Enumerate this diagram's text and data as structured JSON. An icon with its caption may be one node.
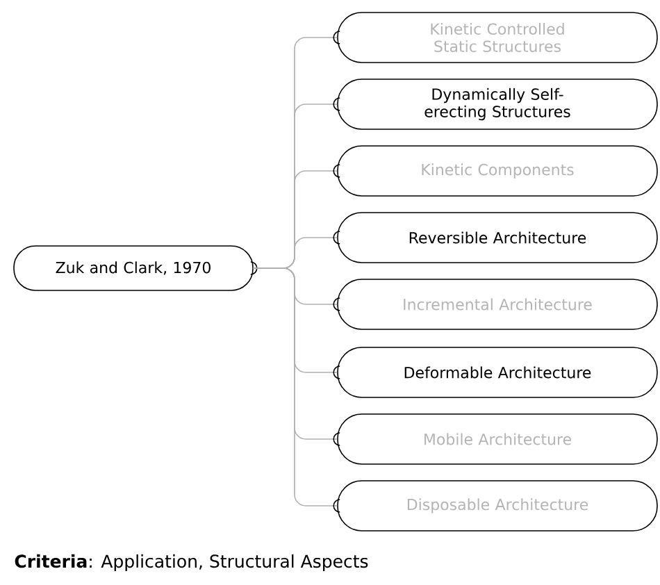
{
  "diagram": {
    "nodes": [
      {
        "text": [
          "Zuk and Clark, 1970"
        ]
      },
      {
        "text": [
          "Kinetic Controlled Static Structures"
        ]
      },
      {
        "text": [
          "Dynamically Self-erecting Structures"
        ]
      },
      {
        "text": [
          "Kinetic Components"
        ]
      },
      {
        "text": [
          "Reversible Architecture"
        ]
      },
      {
        "text": [
          "Incremental Architecture"
        ]
      },
      {
        "text": [
          "Deformable Architecture"
        ]
      },
      {
        "text": [
          "Mobile Architecture"
        ]
      },
      {
        "text": [
          "Disposable Architecture"
        ]
      }
    ],
    "edges": [
      {
        "from": 0,
        "to": 1,
        "arrow": "none"
      },
      {
        "from": 0,
        "to": 2,
        "arrow": "none"
      },
      {
        "from": 0,
        "to": 3,
        "arrow": "none"
      },
      {
        "from": 0,
        "to": 4,
        "arrow": "none"
      },
      {
        "from": 0,
        "to": 5,
        "arrow": "none"
      },
      {
        "from": 0,
        "to": 6,
        "arrow": "none"
      },
      {
        "from": 0,
        "to": 7,
        "arrow": "none"
      },
      {
        "from": 0,
        "to": 8,
        "arrow": "none"
      }
    ],
    "labels": [
      "**Criteria**: Application, Structural Aspects"
    ]
  }
}
